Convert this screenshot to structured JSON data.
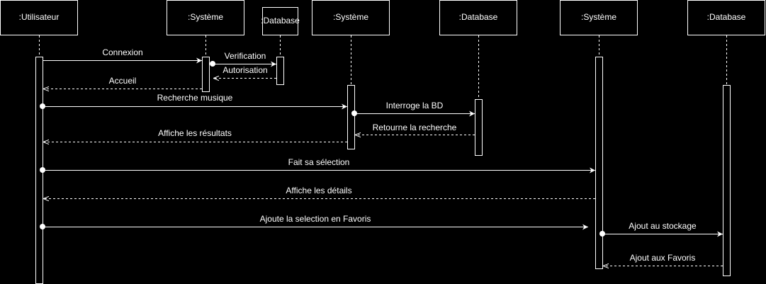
{
  "participants": [
    {
      "id": "utilisateur",
      "label": ":Utilisateur"
    },
    {
      "id": "systeme1",
      "label": ":Système"
    },
    {
      "id": "database1",
      "label": ":Database"
    },
    {
      "id": "systeme2",
      "label": ":Système"
    },
    {
      "id": "database2",
      "label": ":Database"
    },
    {
      "id": "systeme3",
      "label": ":Système"
    },
    {
      "id": "database3",
      "label": ":Database"
    }
  ],
  "messages": [
    {
      "id": "connexion",
      "label": "Connexion",
      "from": "utilisateur",
      "to": "systeme1",
      "kind": "call"
    },
    {
      "id": "verification",
      "label": "Verification",
      "from": "systeme1",
      "to": "database1",
      "kind": "call"
    },
    {
      "id": "autorisation",
      "label": "Autorisation",
      "from": "database1",
      "to": "systeme1",
      "kind": "return"
    },
    {
      "id": "accueil",
      "label": "Accueil",
      "from": "systeme1",
      "to": "utilisateur",
      "kind": "return"
    },
    {
      "id": "recherche-musique",
      "label": "Recherche musique",
      "from": "utilisateur",
      "to": "systeme2",
      "kind": "call"
    },
    {
      "id": "interroge-bd",
      "label": "Interroge la BD",
      "from": "systeme2",
      "to": "database2",
      "kind": "call"
    },
    {
      "id": "retourne-recherche",
      "label": "Retourne la recherche",
      "from": "database2",
      "to": "systeme2",
      "kind": "return"
    },
    {
      "id": "affiche-resultats",
      "label": "Affiche les résultats",
      "from": "systeme2",
      "to": "utilisateur",
      "kind": "return"
    },
    {
      "id": "fait-selection",
      "label": "Fait sa sélection",
      "from": "utilisateur",
      "to": "systeme3",
      "kind": "call"
    },
    {
      "id": "affiche-details",
      "label": "Affiche les détails",
      "from": "systeme3",
      "to": "utilisateur",
      "kind": "return"
    },
    {
      "id": "ajoute-favoris",
      "label": "Ajoute la selection en Favoris",
      "from": "utilisateur",
      "to": "systeme3",
      "kind": "call"
    },
    {
      "id": "ajout-stockage",
      "label": "Ajout au stockage",
      "from": "systeme3",
      "to": "database3",
      "kind": "call"
    },
    {
      "id": "ajout-favoris",
      "label": "Ajout aux Favoris",
      "from": "database3",
      "to": "systeme3",
      "kind": "return"
    }
  ],
  "colors": {
    "background": "#000000",
    "foreground": "#ffffff"
  }
}
